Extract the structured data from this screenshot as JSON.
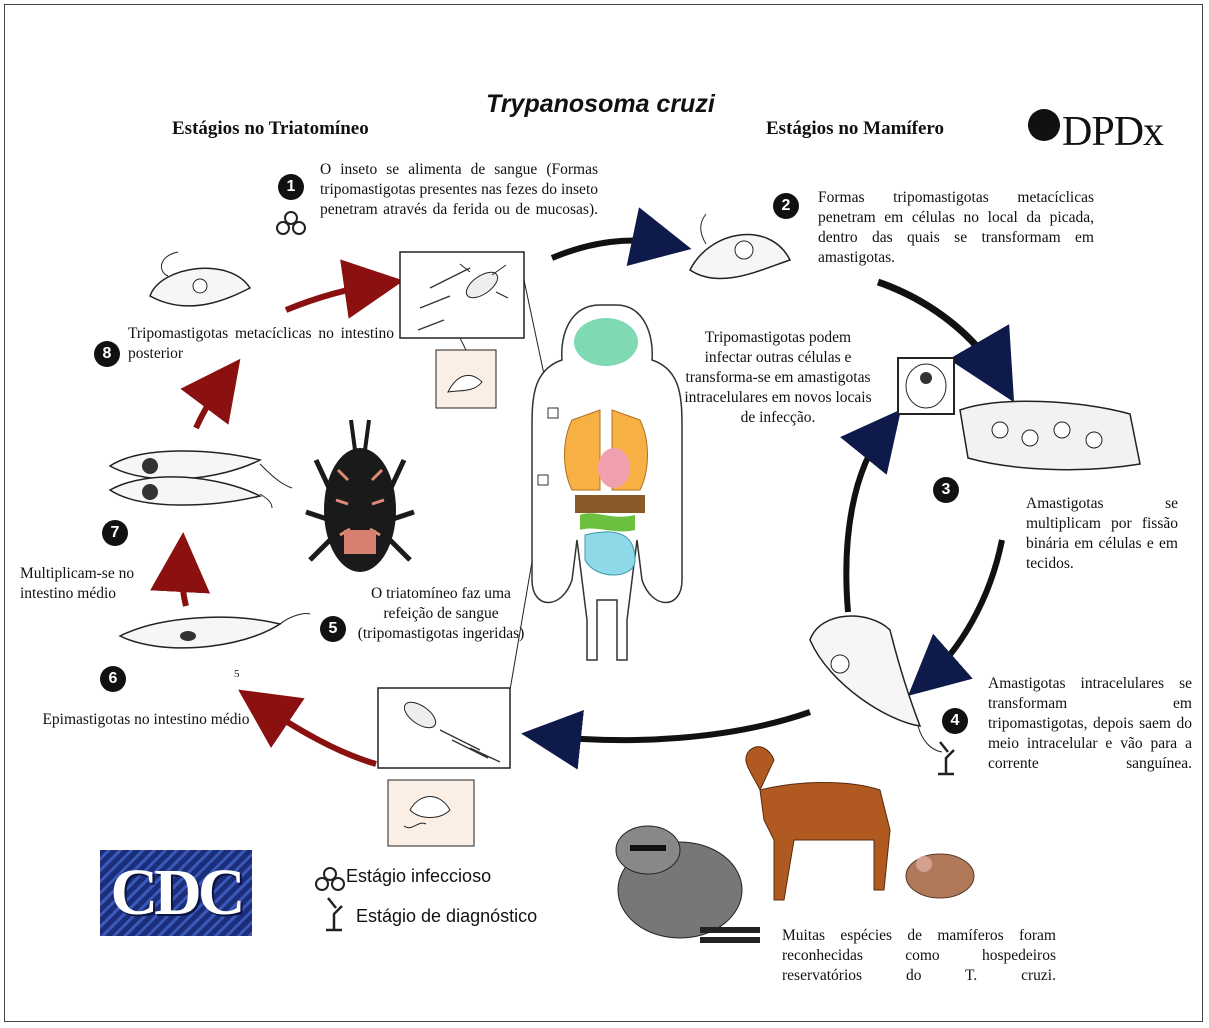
{
  "title": "Trypanosoma cruzi",
  "headers": {
    "triatomine": "Estágios no Triatomíneo",
    "mammal": "Estágios no Mamífero"
  },
  "logos": {
    "dpdx": "DPDx",
    "cdc": "CDC"
  },
  "steps": [
    {
      "num": "1",
      "text": "O inseto se alimenta de sangue (Formas tripomastigotas presentes nas fezes do inseto penetram através da ferida ou de mucosas)."
    },
    {
      "num": "2",
      "text": "Formas tripomastigotas metacíclicas penetram em células no local da picada, dentro das quais se transformam em amastigotas."
    },
    {
      "num": "3",
      "text": "Amastigotas se multiplicam por fissão binária em células e em tecidos."
    },
    {
      "num": "4",
      "text": "Amastigotas intracelulares se transformam em tripomastigotas, depois saem do meio intracelular e vão para a corrente sanguínea."
    },
    {
      "num": "5",
      "text": "O triatomíneo faz uma refeição de sangue (tripomastigotas ingeridas)"
    },
    {
      "num": "6",
      "text": "Epimastigotas no intestino médio"
    },
    {
      "num": "7",
      "text": "Multiplicam-se no intestino médio"
    },
    {
      "num": "8",
      "text": "Tripomastigotas metacíclicas no intestino posterior"
    }
  ],
  "middle_note": "Tripomastigotas podem infectar outras células e transforma-se em amastigotas intracelulares em novos locais de infecção.",
  "reservoir_note": "Muitas espécies de mamíferos foram reconhecidas como hospedeiros reservatórios do T. cruzi.",
  "small_label": "5",
  "legend": {
    "infectious": "Estágio infeccioso",
    "diagnostic": "Estágio de diagnóstico"
  },
  "colors": {
    "arrow_red": "#8b1010",
    "arrow_navy": "#0d1a4a",
    "text": "#111111"
  },
  "icons": [
    "biohazard-icon",
    "microscope-icon"
  ]
}
